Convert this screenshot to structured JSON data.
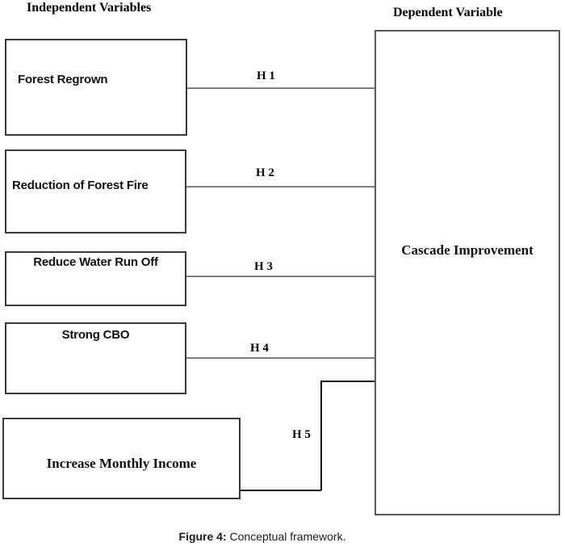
{
  "figure": {
    "left_column_header": "Independent Variables",
    "right_column_header": "Dependent Variable",
    "independent_boxes": [
      {
        "label": "Forest Regrown"
      },
      {
        "label": "Reduction of Forest Fire"
      },
      {
        "label": "Reduce Water Run Off"
      },
      {
        "label": "Strong CBO"
      },
      {
        "label": "Increase Monthly Income"
      }
    ],
    "dependent_box": {
      "label": "Cascade Improvement"
    },
    "hypothesis_labels": [
      "H 1",
      "H 2",
      "H 3",
      "H 4",
      "H 5"
    ],
    "colors": {
      "connector_gray": "#808080",
      "connector_black": "#141414",
      "box_border_dark": "#3a3a3a",
      "box_border_gray": "#5a5a5a",
      "background": "#ffffff",
      "text": "#000000"
    }
  },
  "caption": {
    "label": "Figure 4:",
    "text": "Conceptual framework."
  }
}
